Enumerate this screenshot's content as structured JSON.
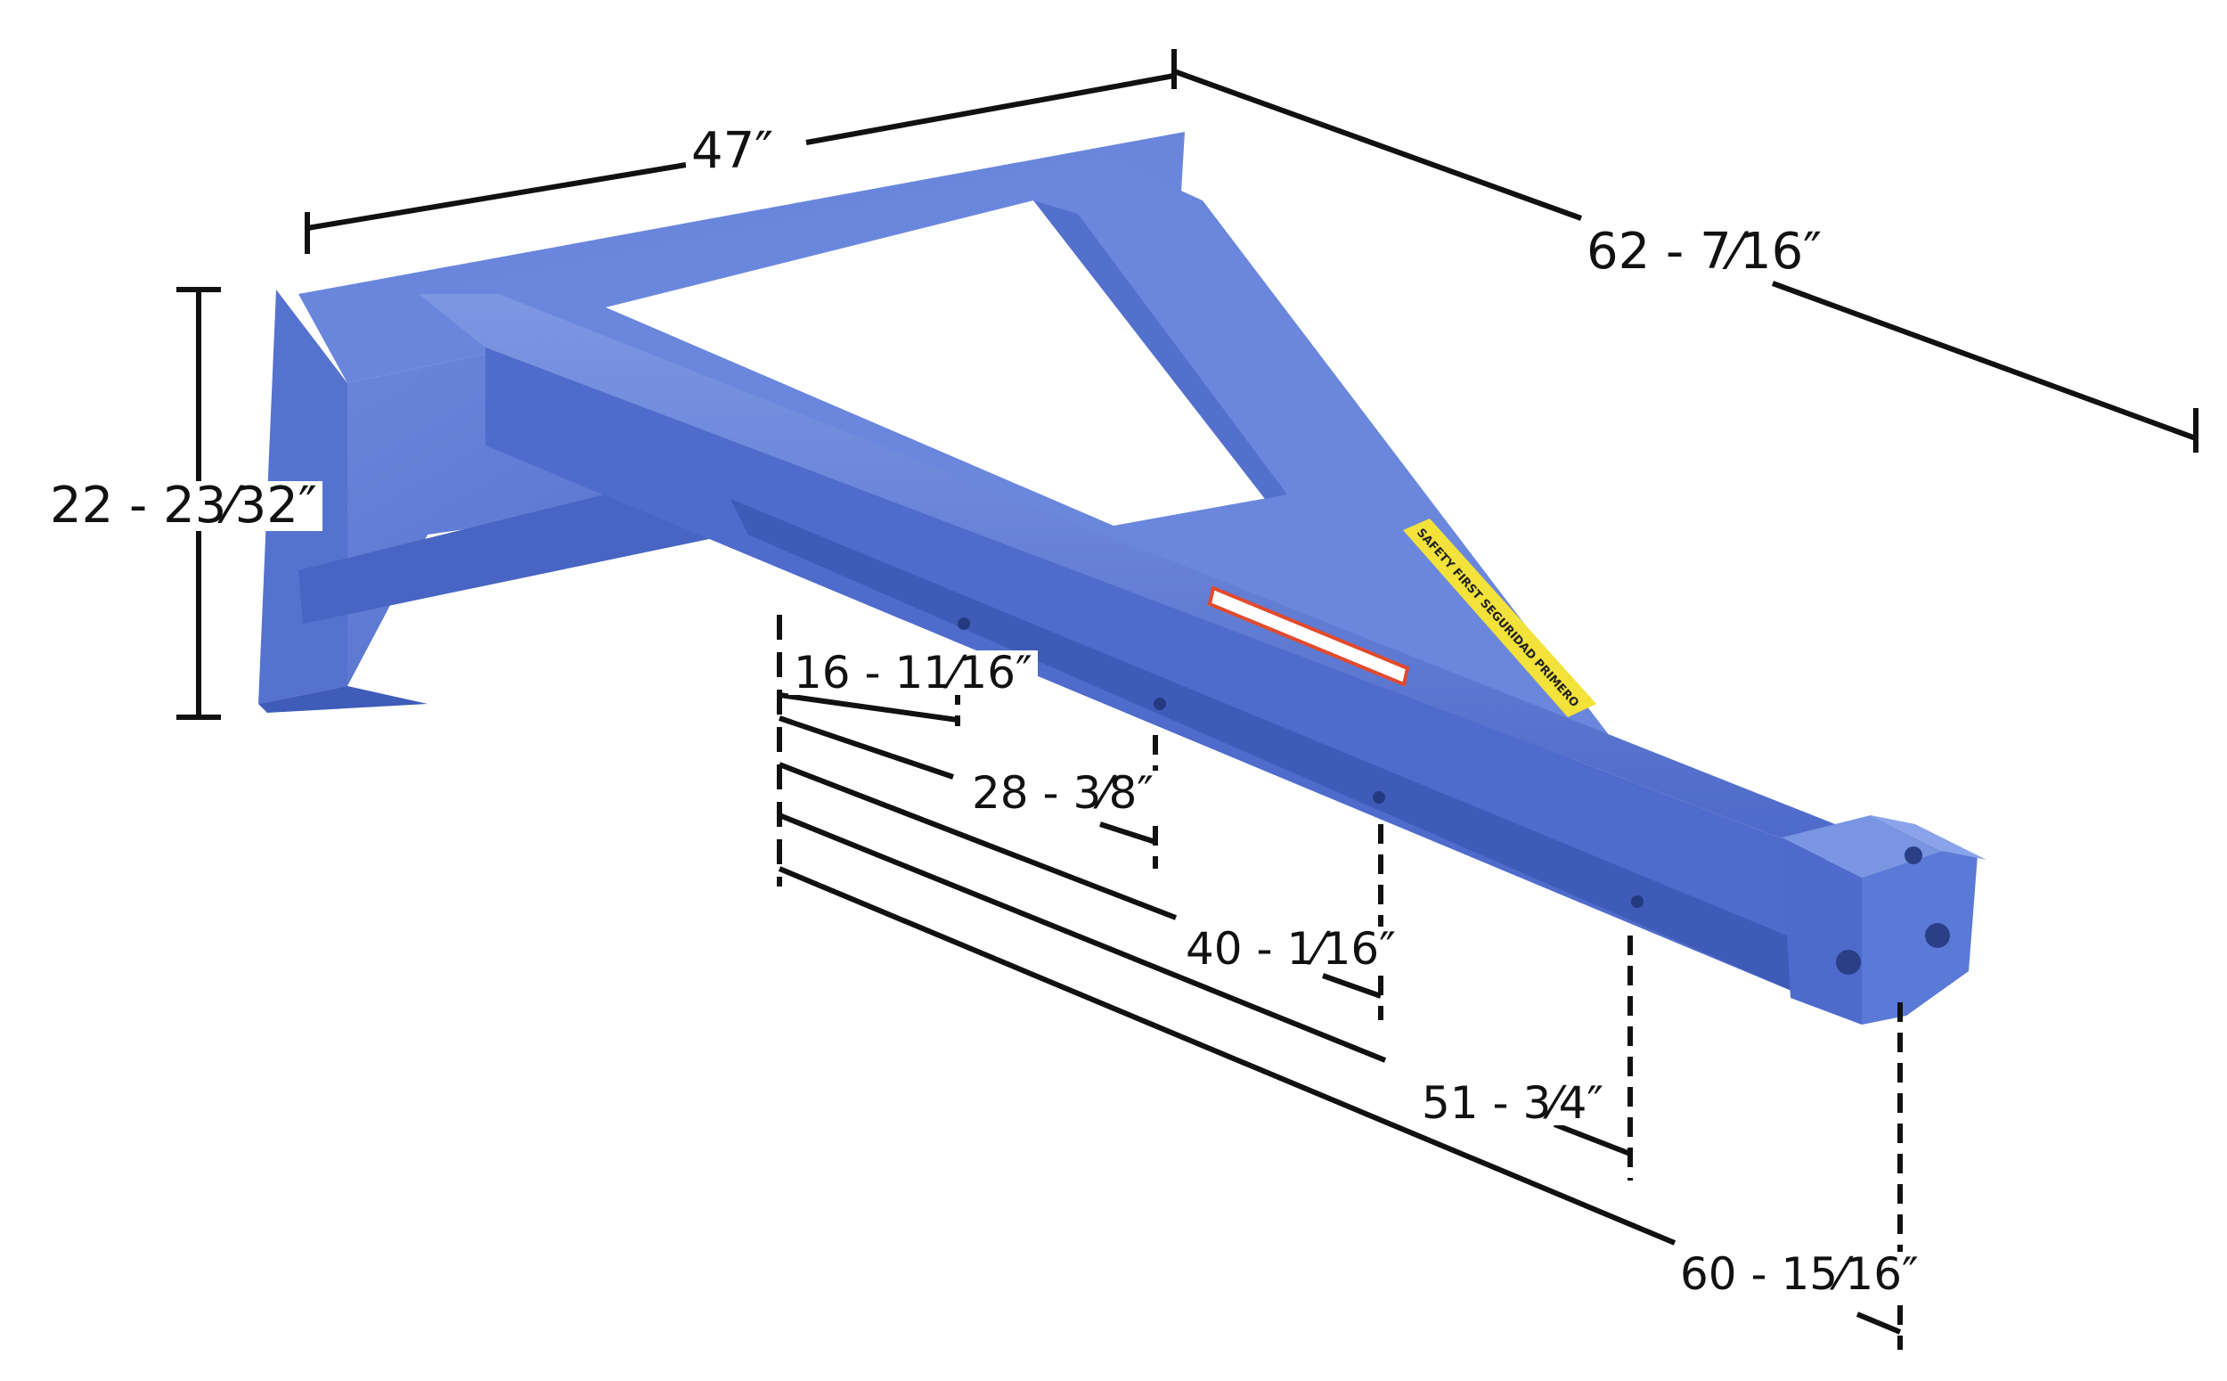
{
  "dimensions": {
    "width": "47″",
    "depth": "62 - 7⁄16″",
    "height": "22 - 23⁄32″",
    "hole_1": "16 - 11⁄16″",
    "hole_2": "28 - 3⁄8″",
    "hole_3": "40 - 1⁄16″",
    "hole_4": "51 - 3⁄4″",
    "hole_5": "60 - 15⁄16″"
  },
  "labels": {
    "safety_decal": "SAFETY FIRST SEGURIDAD PRIMERO"
  },
  "colors": {
    "product": "#5b79d6",
    "product_dark": "#3f5cb8",
    "product_light": "#7d97e3",
    "lines": "#111111",
    "decal_yellow": "#f2e23a"
  }
}
